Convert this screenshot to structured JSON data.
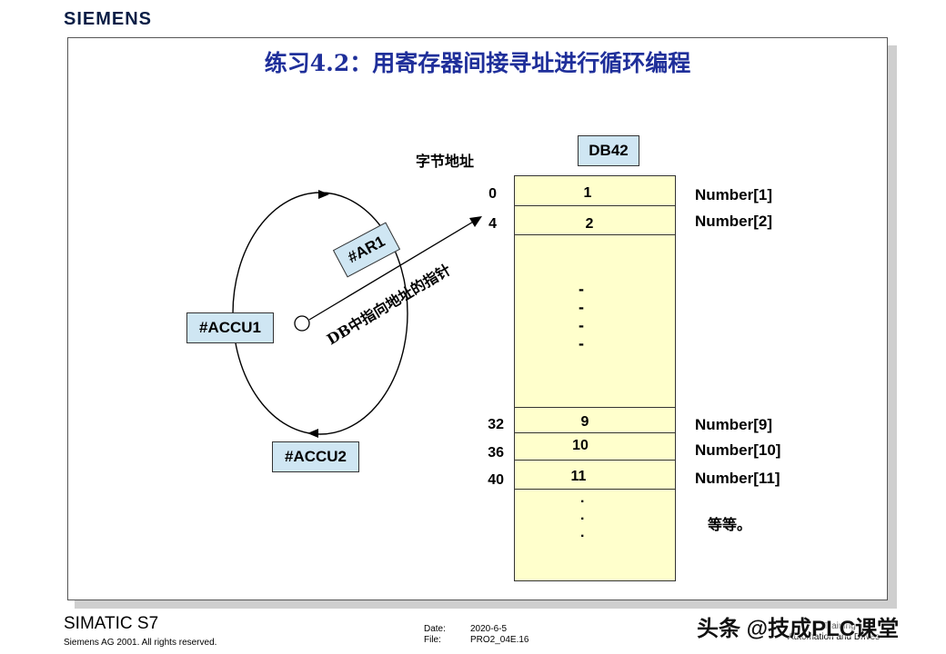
{
  "header": {
    "logo": "SIEMENS"
  },
  "slide": {
    "title": "练习4.2：用寄存器间接寻址进行循环编程",
    "byte_address_label": "字节地址",
    "db_name": "DB42",
    "pointer_label": "DB中指向地址的指针",
    "registers": {
      "ar1": "#AR1",
      "accu1": "#ACCU1",
      "accu2": "#ACCU2"
    },
    "rows": [
      {
        "addr": "0",
        "value": "1",
        "name": "Number[1]"
      },
      {
        "addr": "4",
        "value": "2",
        "name": "Number[2]"
      },
      {
        "addr": "32",
        "value": "9",
        "name": "Number[9]"
      },
      {
        "addr": "36",
        "value": "10",
        "name": "Number[10]"
      },
      {
        "addr": "40",
        "value": "11",
        "name": "Number[11]"
      }
    ],
    "dashes": [
      "-",
      "-",
      "-",
      "-"
    ],
    "dots": [
      ".",
      ".",
      "."
    ],
    "etc_label": "等等。"
  },
  "footer": {
    "product": "SIMATIC S7",
    "copyright": "Siemens AG 2001. All rights reserved.",
    "date_label": "Date:",
    "date_value": "2020-6-5",
    "file_label": "File:",
    "file_value": "PRO2_04E.16",
    "watermark": "头条 @技成PLC课堂",
    "right_text_1": "Training for",
    "right_text_2": "Automation and Drives"
  },
  "colors": {
    "title": "#1f2f9a",
    "db_fill": "#ffffcc",
    "register_fill": "#cfe6f3",
    "logo": "#0a1e46"
  }
}
